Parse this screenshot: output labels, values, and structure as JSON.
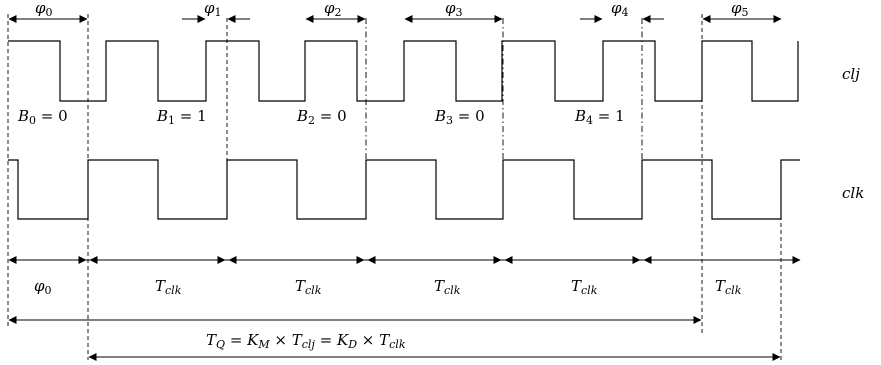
{
  "signals": {
    "clj": {
      "name": "clj"
    },
    "clk": {
      "name": "clk"
    }
  },
  "phases": [
    {
      "sym": "φ",
      "sub": "0"
    },
    {
      "sym": "φ",
      "sub": "1"
    },
    {
      "sym": "φ",
      "sub": "2"
    },
    {
      "sym": "φ",
      "sub": "3"
    },
    {
      "sym": "φ",
      "sub": "4"
    },
    {
      "sym": "φ",
      "sub": "5"
    }
  ],
  "bits": [
    {
      "sym": "B",
      "sub": "0",
      "rest": " = 0"
    },
    {
      "sym": "B",
      "sub": "1",
      "rest": " = 1"
    },
    {
      "sym": "B",
      "sub": "2",
      "rest": " = 0"
    },
    {
      "sym": "B",
      "sub": "3",
      "rest": " = 0"
    },
    {
      "sym": "B",
      "sub": "4",
      "rest": " = 1"
    }
  ],
  "intervals": [
    {
      "sym": "φ",
      "sub": "0"
    },
    {
      "sym": "T",
      "sub": "clk"
    },
    {
      "sym": "T",
      "sub": "clk"
    },
    {
      "sym": "T",
      "sub": "clk"
    },
    {
      "sym": "T",
      "sub": "clk"
    },
    {
      "sym": "T",
      "sub": "clk"
    }
  ],
  "equation": {
    "a_sym": "T",
    "a_sub": "Q",
    "eq1": " = ",
    "b_sym": "K",
    "b_sub": "M",
    "times1": " × ",
    "c_sym": "T",
    "c_sub": "clj",
    "eq2": " = ",
    "d_sym": "K",
    "d_sub": "D",
    "times2": " × ",
    "e_sym": "T",
    "e_sub": "clk"
  }
}
